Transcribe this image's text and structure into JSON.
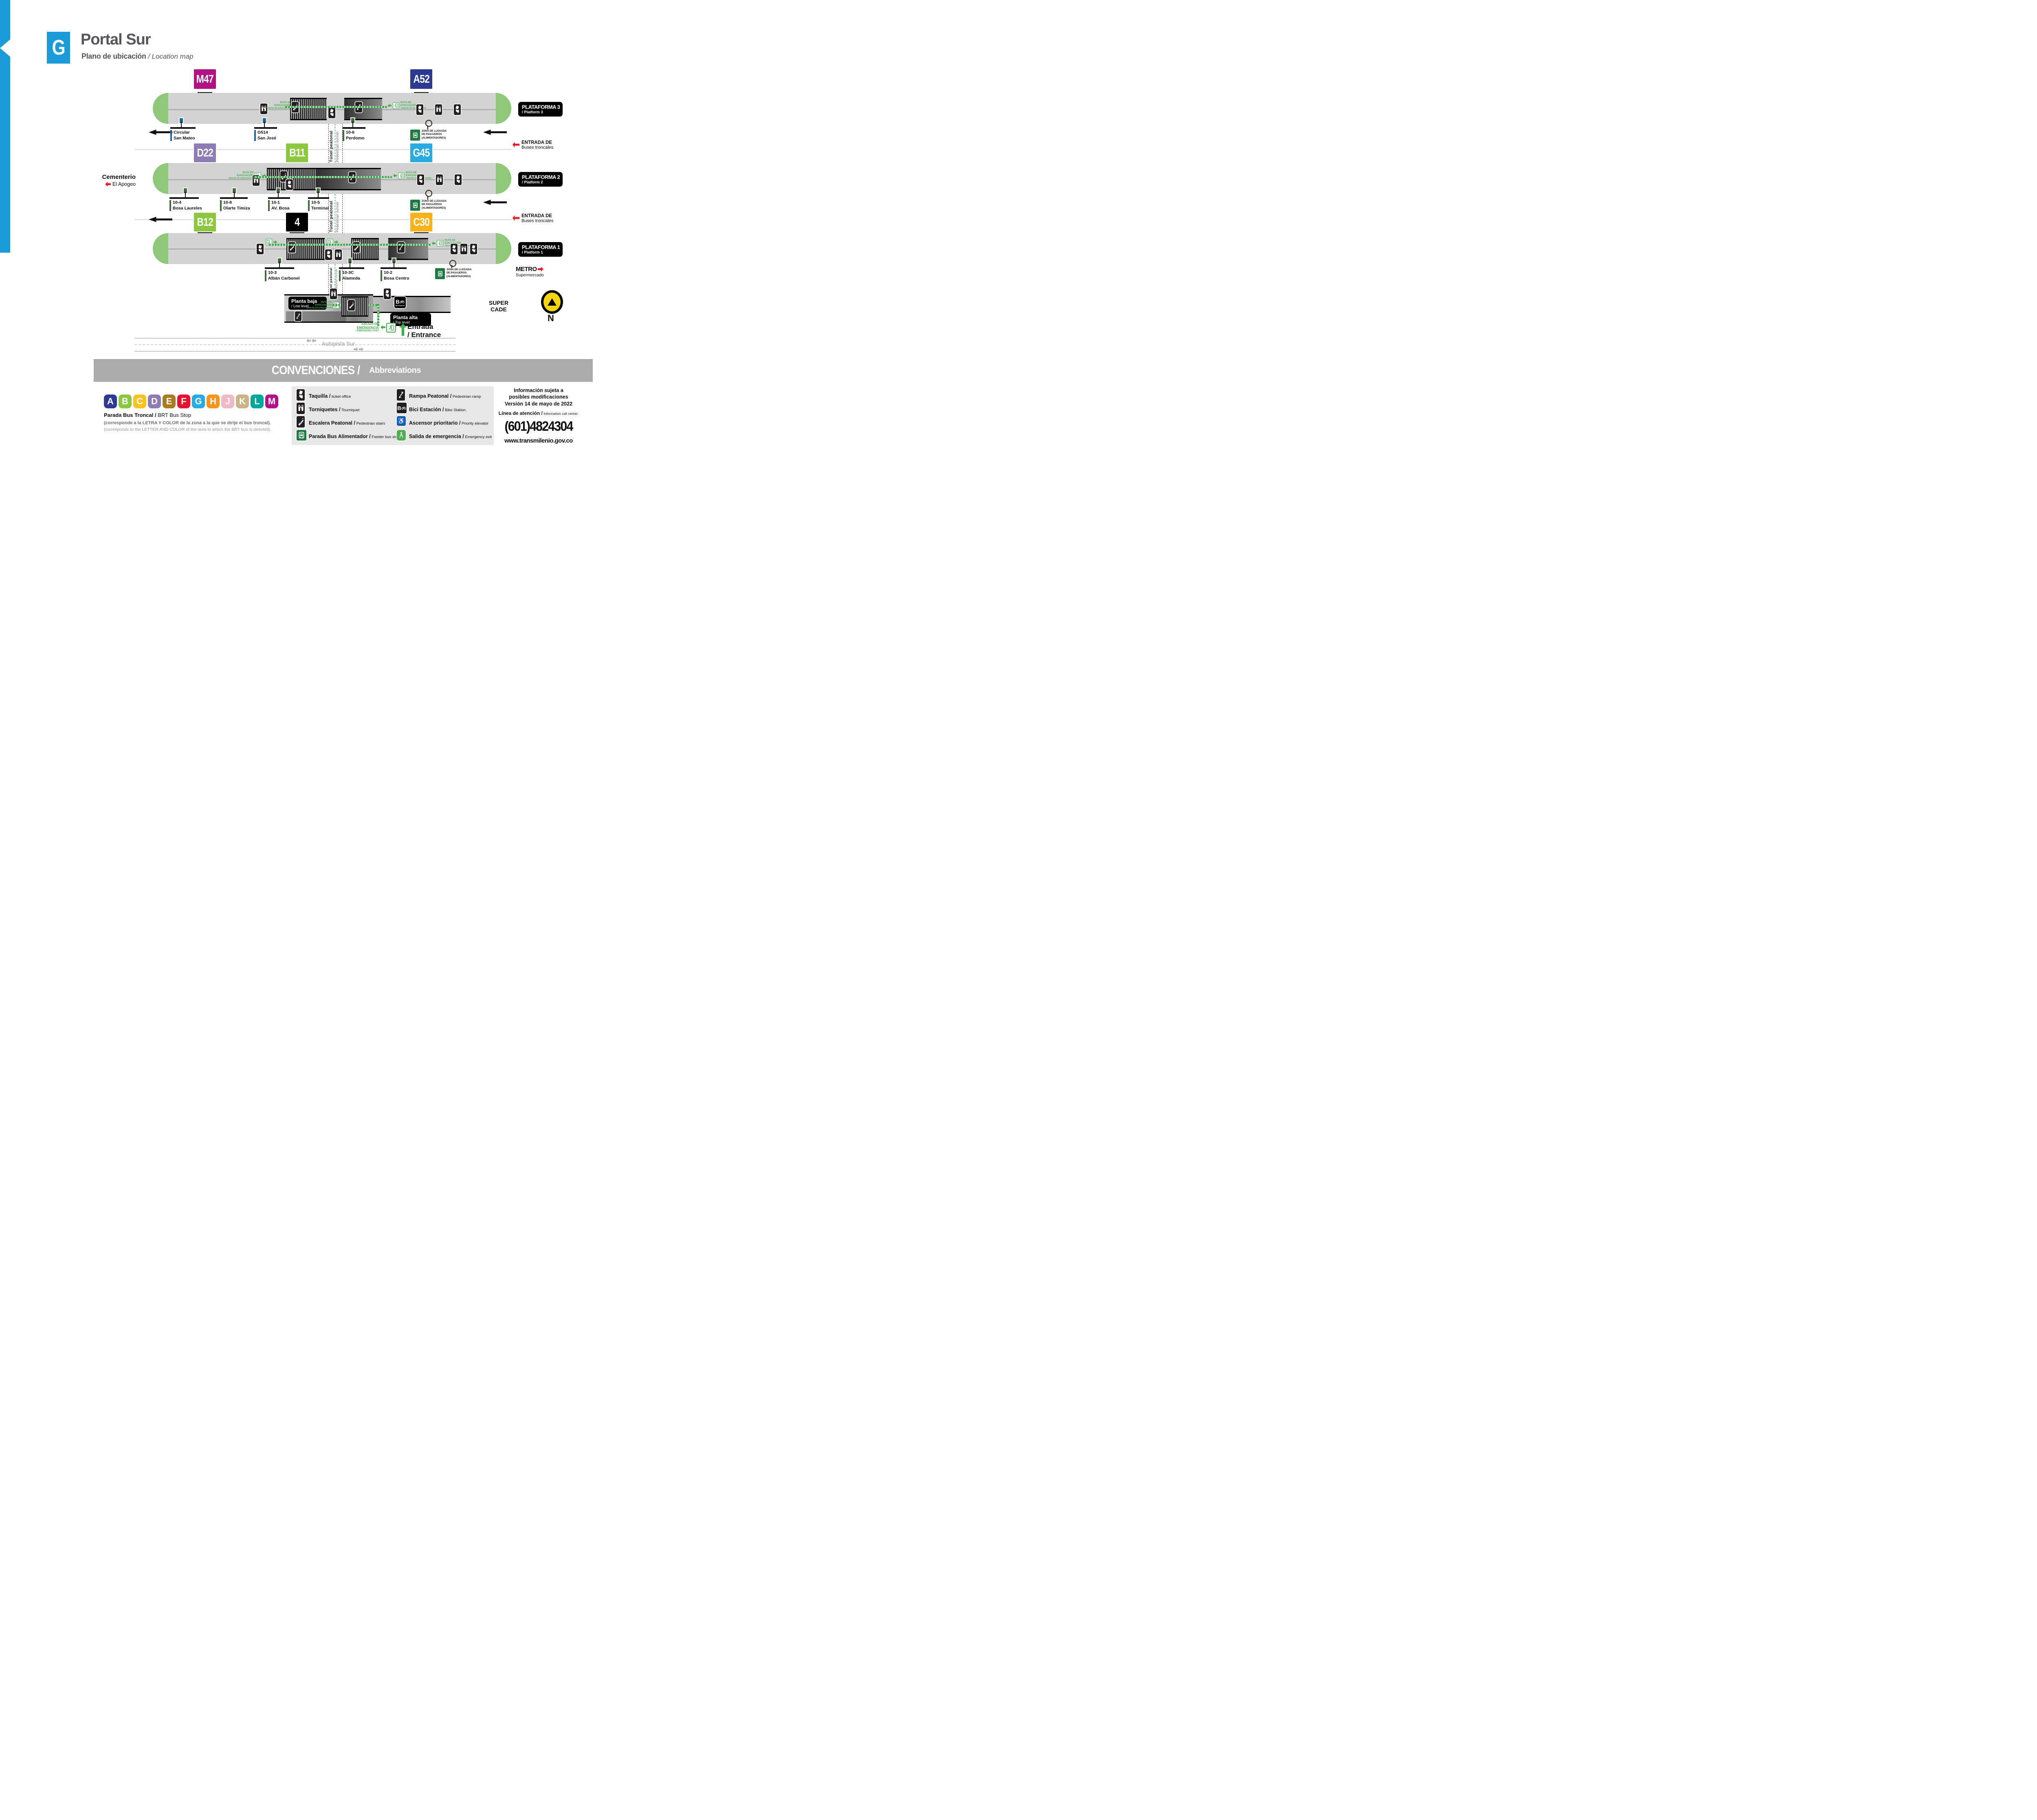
{
  "header": {
    "zone_letter": "G",
    "zone_color": "#1b9cd8",
    "title": "Portal Sur",
    "subtitle": "Plano de ubicación",
    "subtitle_en": "/ Location map"
  },
  "platforms": [
    {
      "name": "PLATAFORMA 3",
      "name_en": "/ Platform 3"
    },
    {
      "name": "PLATAFORMA 2",
      "name_en": "/ Platform 2"
    },
    {
      "name": "PLATAFORMA 1",
      "name_en": "/ Platform 1"
    }
  ],
  "route_badges": {
    "m47": {
      "code": "M47",
      "color": "#b01283"
    },
    "a52": {
      "code": "A52",
      "color": "#2b3990"
    },
    "d22": {
      "code": "D22",
      "color": "#8d7bb4"
    },
    "b11": {
      "code": "B11",
      "color": "#8dc63f"
    },
    "g45": {
      "code": "G45",
      "color": "#29aae1"
    },
    "b12": {
      "code": "B12",
      "color": "#8dc63f"
    },
    "r4": {
      "code": "4",
      "color": "#000000"
    },
    "c30": {
      "code": "C30",
      "color": "#f9b218"
    }
  },
  "stops": {
    "row1": [
      {
        "id": "Circular",
        "name": "San Mateo",
        "color": "#17699c"
      },
      {
        "id": "G514",
        "name": "San José",
        "color": "#17699c"
      },
      {
        "id": "10-6",
        "name": "Perdomo",
        "color": "#44693d"
      }
    ],
    "row2": [
      {
        "id": "10-4",
        "name": "Bosa Laureles",
        "color": "#44693d"
      },
      {
        "id": "10-8",
        "name": "Olarte Timiza",
        "color": "#44693d"
      },
      {
        "id": "10-1",
        "name": "AV. Bosa",
        "color": "#44693d"
      },
      {
        "id": "10-5",
        "name": "Terminal",
        "color": "#44693d"
      }
    ],
    "row3": [
      {
        "id": "10-3",
        "name": "Albán Carbonel",
        "color": "#44693d"
      },
      {
        "id": "10-3C",
        "name": "Alameda",
        "color": "#44693d"
      },
      {
        "id": "10-2",
        "name": "Bosa Centro",
        "color": "#44693d"
      }
    ]
  },
  "zona_llegada": {
    "line1": "ZONA DE LLEGADA",
    "line2": "DE PASAJEROS",
    "line3": "(ALIMENTADORES)",
    "color": "#1d7a40"
  },
  "entrada_troncal": {
    "line1": "ENTRADA DE",
    "line2": "Buses troncales"
  },
  "tunel": {
    "es": "Túnel peatonal",
    "en": "Pedestrian tunnel"
  },
  "ruta_evacuacion": {
    "line1": "RUTA DE",
    "line2": "EVACUACIÓN",
    "line3": "/ ROUTE OF EVACUATION",
    "color": "#3dae49"
  },
  "landmarks": {
    "cementerio": {
      "line1": "Cementerio",
      "line2": "El Apogeo"
    },
    "metro": {
      "line1": "METRO",
      "line2": "Supermercado"
    },
    "super_cade": {
      "line1": "SUPER",
      "line2": "CADE"
    },
    "autopista": "Autopista Sur",
    "compass_n": "N"
  },
  "building": {
    "planta_baja": "Planta baja",
    "planta_baja_en": "/ Low level",
    "planta_alta": "Planta alta",
    "planta_alta_en": "/ Top level",
    "bici_b": "B",
    "bici_label": "Bici Estación",
    "salida": {
      "line1": "SALIDA DE",
      "line2": "EMERGENCIA",
      "line3": "/ EMERGENCY EXIT"
    },
    "entrada": {
      "es": "Entrada",
      "en": "/ Entrance"
    }
  },
  "convenciones": {
    "title": "CONVENCIONES /",
    "title_en": "Abbreviations"
  },
  "zone_letters": [
    {
      "letter": "A",
      "color": "#2e3a97"
    },
    {
      "letter": "B",
      "color": "#8dc63f"
    },
    {
      "letter": "C",
      "color": "#f9c31f"
    },
    {
      "letter": "D",
      "color": "#8d7bb4"
    },
    {
      "letter": "E",
      "color": "#a97c21"
    },
    {
      "letter": "F",
      "color": "#e8112d"
    },
    {
      "letter": "G",
      "color": "#29aae1"
    },
    {
      "letter": "H",
      "color": "#f7941d"
    },
    {
      "letter": "J",
      "color": "#f2b8c6"
    },
    {
      "letter": "K",
      "color": "#cbb388"
    },
    {
      "letter": "L",
      "color": "#00a79d"
    },
    {
      "letter": "M",
      "color": "#b4108a"
    }
  ],
  "parada_troncal": {
    "bold": "Parada Bus Troncal /",
    "normal": " BRT Bus Stop",
    "note_es": "(corresponde a la LETRA Y COLOR de la zona a la que se dirije el bus troncal).",
    "note_en": "(corresponds to the LETTER AND COLOR of the area to which the BRT bus is directed)."
  },
  "legend": {
    "taquilla": {
      "es": "Taquilla /",
      "en": " ticket office"
    },
    "torniquetes": {
      "es": "Torniquetes /",
      "en": " Tourniquet"
    },
    "escalera": {
      "es": "Escalera Peatonal /",
      "en": " Pedestrian stairs"
    },
    "parada_alimentador": {
      "es": "Parada Bus Alimentador /",
      "en": " Feeder bus stop"
    },
    "rampa": {
      "es": "Rampa Peatonal /",
      "en": " Pedestrian ramp"
    },
    "bici": {
      "es": "Bici Estación /",
      "en": " Bike Station."
    },
    "ascensor": {
      "es": "Ascensor prioritario /",
      "en": " Priority elevator",
      "color": "#1464a5"
    },
    "salida": {
      "es": "Salida de emergencia /",
      "en": " Emergency exit",
      "color": "#52ae52"
    }
  },
  "info": {
    "line1": "Información sujeta a",
    "line2": "posibles modificaciones",
    "line3": "Versión 14 de mayo de 2022",
    "atencion": "Línea de atención /",
    "atencion_en": " Information call center:",
    "phone": "(601)4824304",
    "web": "www.transmilenio.gov.co"
  }
}
